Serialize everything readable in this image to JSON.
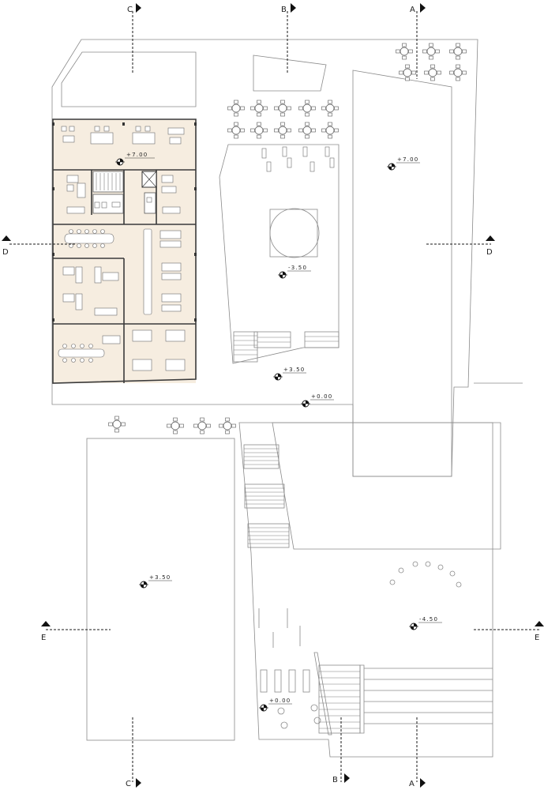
{
  "drawing": {
    "colors": {
      "background": "#ffffff",
      "office_fill": "#f6ede0",
      "line": "#8a8a8a",
      "wall": "#3a3a3a",
      "marker": "#1a1a1a"
    },
    "section_labels": {
      "a_top": "A",
      "a_bottom": "A",
      "b_top": "B",
      "b_bottom": "B",
      "c_top": "C",
      "c_bottom": "C",
      "d_left": "D",
      "d_right": "D",
      "e_left": "E",
      "e_right": "E"
    },
    "levels": {
      "office_floor": "+7.00",
      "right_tower": "+7.00",
      "sunken_court": "-3.50",
      "terrace": "+3.50",
      "ground": "+0.00",
      "lower_left_block": "+3.50",
      "amphitheater": "-4.50",
      "plaza": "+0.00"
    }
  }
}
